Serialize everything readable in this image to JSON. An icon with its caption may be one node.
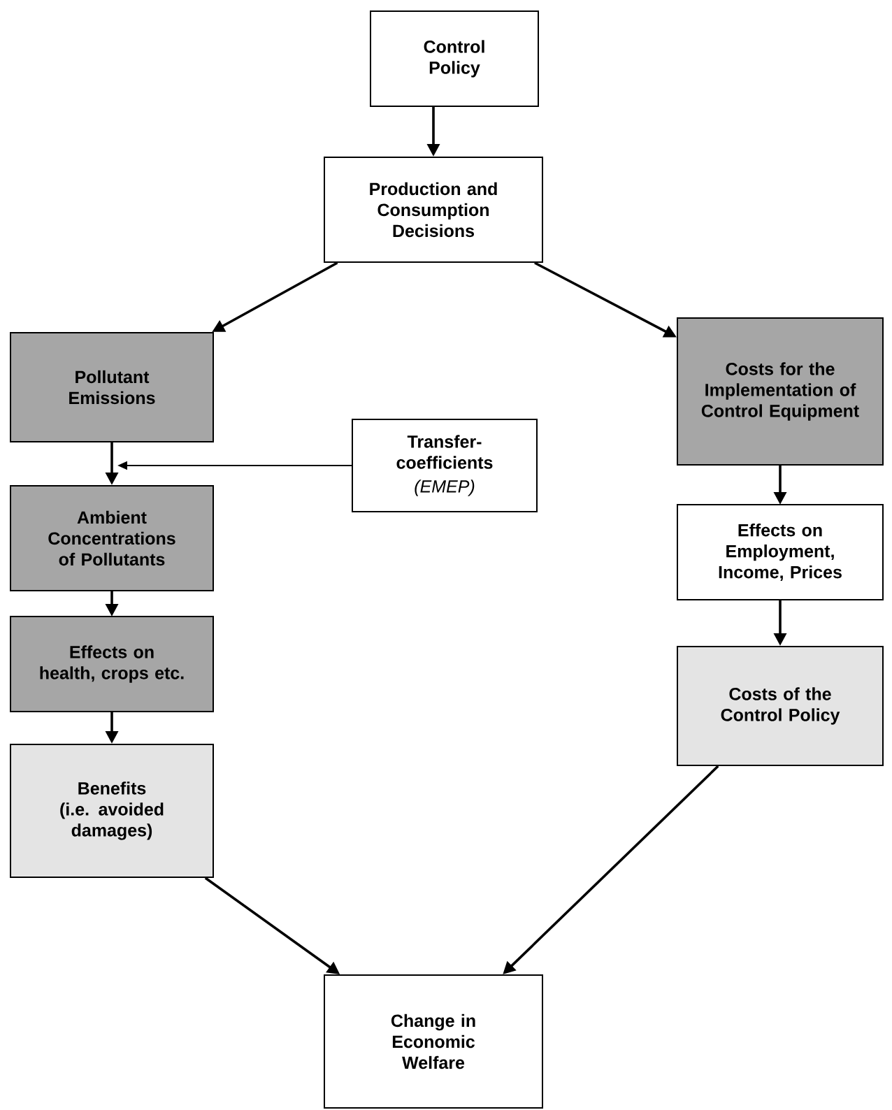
{
  "diagram": {
    "nodes": [
      {
        "text": [
          "Control Policy"
        ]
      },
      {
        "text": [
          "Production and Consumption Decisions"
        ]
      },
      {
        "text": [
          "Pollutant Emissions"
        ]
      },
      {
        "text": [
          "Costs for the Implementation of Control Equipment"
        ]
      },
      {
        "text": [
          "Transfer-coefficients",
          "(EMEP)"
        ]
      },
      {
        "text": [
          "Ambient Concentrations of Pollutants"
        ]
      },
      {
        "text": [
          "Effects on Employment, Income, Prices"
        ]
      },
      {
        "text": [
          "Effects on health, crops etc."
        ]
      },
      {
        "text": [
          "Costs of the Control Policy"
        ]
      },
      {
        "text": [
          "Benefits (i.e. avoided damages)"
        ]
      },
      {
        "text": [
          "Change in Economic Welfare"
        ]
      }
    ],
    "edges": [
      {
        "from": 0,
        "to": 1,
        "arrow": "to"
      },
      {
        "from": 1,
        "to": 2,
        "arrow": "to"
      },
      {
        "from": 1,
        "to": 3,
        "arrow": "to"
      },
      {
        "from": 2,
        "to": 5,
        "arrow": "to"
      },
      {
        "from": 4,
        "to": null,
        "arrow": "to"
      },
      {
        "from": 5,
        "to": 7,
        "arrow": "to"
      },
      {
        "from": 7,
        "to": 9,
        "arrow": "to"
      },
      {
        "from": 3,
        "to": 6,
        "arrow": "to"
      },
      {
        "from": 6,
        "to": 8,
        "arrow": "to"
      },
      {
        "from": 9,
        "to": 10,
        "arrow": "to"
      },
      {
        "from": 8,
        "to": 10,
        "arrow": "to"
      }
    ]
  }
}
